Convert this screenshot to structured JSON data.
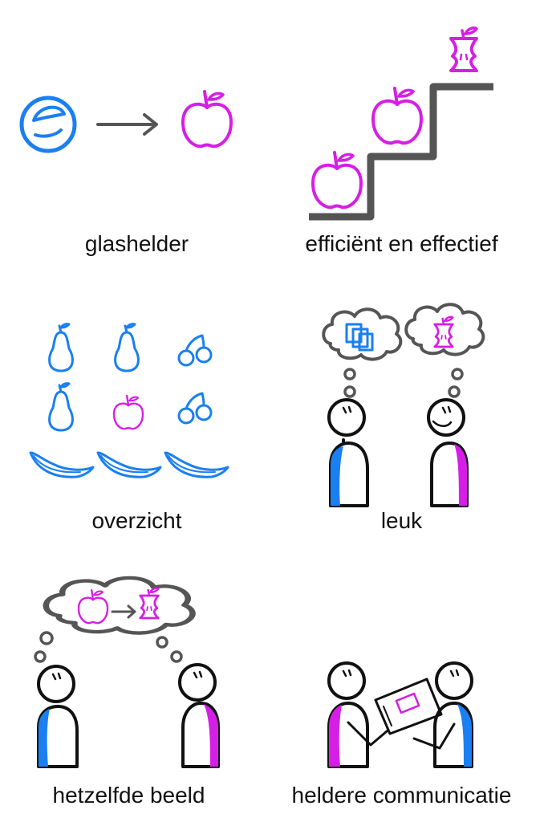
{
  "panels": [
    {
      "label": "glashelder"
    },
    {
      "label": "efficiënt en effectief"
    },
    {
      "label": "overzicht"
    },
    {
      "label": "leuk"
    },
    {
      "label": "hetzelfde beeld"
    },
    {
      "label": "heldere communicatie"
    }
  ],
  "colors": {
    "blue": "#1a7ff2",
    "magenta": "#d61fe6",
    "gray": "#555555",
    "ink": "#111111"
  }
}
